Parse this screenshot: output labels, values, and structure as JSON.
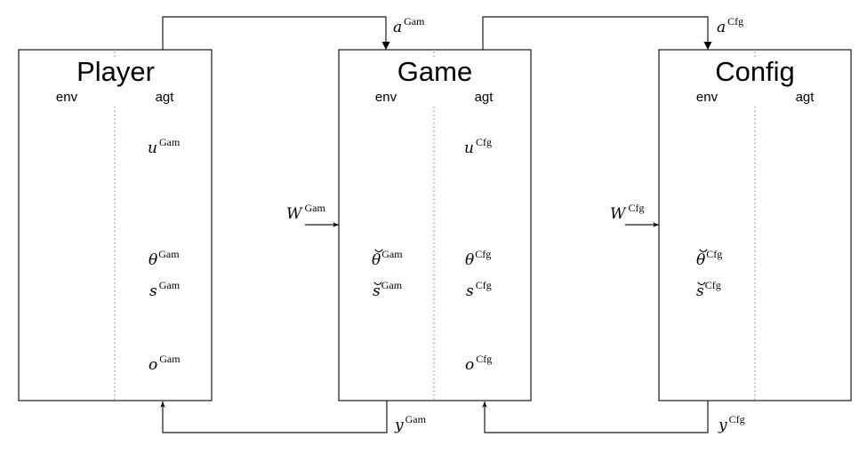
{
  "blocks": [
    {
      "id": "player",
      "title": "Player",
      "columns": [
        "env",
        "agt"
      ],
      "vars": [
        {
          "col": "agt",
          "base": "u",
          "sup": "Gam",
          "breve": false
        },
        {
          "col": "agt",
          "base": "θ",
          "sup": "Gam",
          "breve": false
        },
        {
          "col": "agt",
          "base": "s",
          "sup": "Gam",
          "breve": false
        },
        {
          "col": "agt",
          "base": "o",
          "sup": "Gam",
          "breve": false
        }
      ]
    },
    {
      "id": "game",
      "title": "Game",
      "columns": [
        "env",
        "agt"
      ],
      "vars": [
        {
          "col": "agt",
          "base": "u",
          "sup": "Cfg",
          "breve": false
        },
        {
          "col": "env",
          "base": "θ",
          "sup": "Gam",
          "breve": true
        },
        {
          "col": "agt",
          "base": "θ",
          "sup": "Cfg",
          "breve": false
        },
        {
          "col": "env",
          "base": "s",
          "sup": "Gam",
          "breve": true
        },
        {
          "col": "agt",
          "base": "s",
          "sup": "Cfg",
          "breve": false
        },
        {
          "col": "agt",
          "base": "o",
          "sup": "Cfg",
          "breve": false
        }
      ]
    },
    {
      "id": "config",
      "title": "Config",
      "columns": [
        "env",
        "agt"
      ],
      "vars": [
        {
          "col": "env",
          "base": "θ",
          "sup": "Cfg",
          "breve": true
        },
        {
          "col": "env",
          "base": "s",
          "sup": "Cfg",
          "breve": true
        }
      ]
    }
  ],
  "connections": [
    {
      "id": "a-gam",
      "from": "player",
      "to": "game",
      "base": "a",
      "sup": "Gam",
      "direction": "top"
    },
    {
      "id": "a-cfg",
      "from": "game",
      "to": "config",
      "base": "a",
      "sup": "Cfg",
      "direction": "top"
    },
    {
      "id": "y-gam",
      "from": "game",
      "to": "player",
      "base": "y",
      "sup": "Gam",
      "direction": "bottom"
    },
    {
      "id": "y-cfg",
      "from": "config",
      "to": "game",
      "base": "y",
      "sup": "Cfg",
      "direction": "bottom"
    },
    {
      "id": "w-gam",
      "from": null,
      "to": "game",
      "base": "W",
      "sup": "Gam",
      "direction": "left"
    },
    {
      "id": "w-cfg",
      "from": null,
      "to": "config",
      "base": "W",
      "sup": "Cfg",
      "direction": "left"
    }
  ],
  "breve_glyph": "˘"
}
